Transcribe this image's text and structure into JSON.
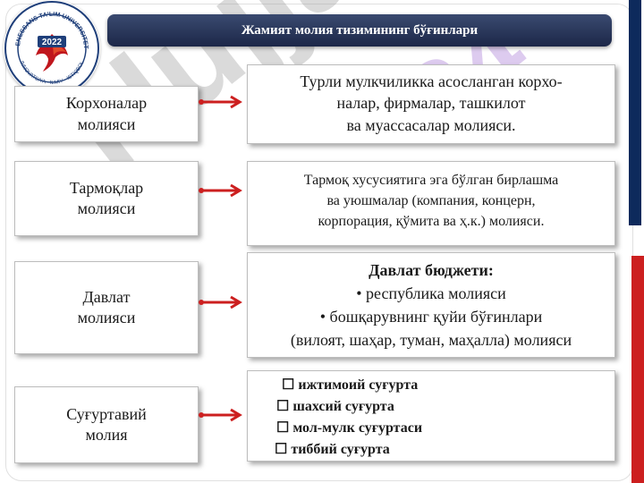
{
  "header": {
    "title": "Жамият молия тизимининг бўғинлари"
  },
  "logo": {
    "top_text": "RENESSANS TA'LIM UNIVERSITETI",
    "bottom_text": "INNOVATSIYA · ILMIY · ISTIQBOL",
    "year": "2022"
  },
  "watermark": {
    "text": "Hujjat",
    "text2": "24"
  },
  "rows": [
    {
      "left": [
        "Корхоналар",
        "молияси"
      ],
      "right": [
        "Турли мулкчиликка асосланган корхо-",
        "налар, фирмалар, ташкилот",
        "ва муассасалар молияси."
      ]
    },
    {
      "left": [
        "Тармоқлар",
        "молияси"
      ],
      "right": [
        "Тармоқ хусусиятига эга бўлган бирлашма",
        "ва уюшмалар (компания, концерн,",
        "корпорация, қўмита ва ҳ.к.) молияси."
      ]
    },
    {
      "left": [
        "Давлат",
        "молияси"
      ],
      "right_title": "Давлат бюджети:",
      "right_items": [
        "республика молияси",
        "бошқарувнинг қуйи бўғинлари",
        "(вилоят, шаҳар, туман, маҳалла) молияси"
      ]
    },
    {
      "left": [
        "Суғуртавий",
        "молия"
      ],
      "right_items": [
        "ижтимоий суғурта",
        "шахсий суғурта",
        "мол-мулк суғуртаси",
        "тиббий суғурта"
      ]
    }
  ],
  "colors": {
    "arrow": "#cc1f1f",
    "title_bar": "#1c2748",
    "blue_bar": "#0d2a5c",
    "red_bar": "#cc1f1f"
  }
}
